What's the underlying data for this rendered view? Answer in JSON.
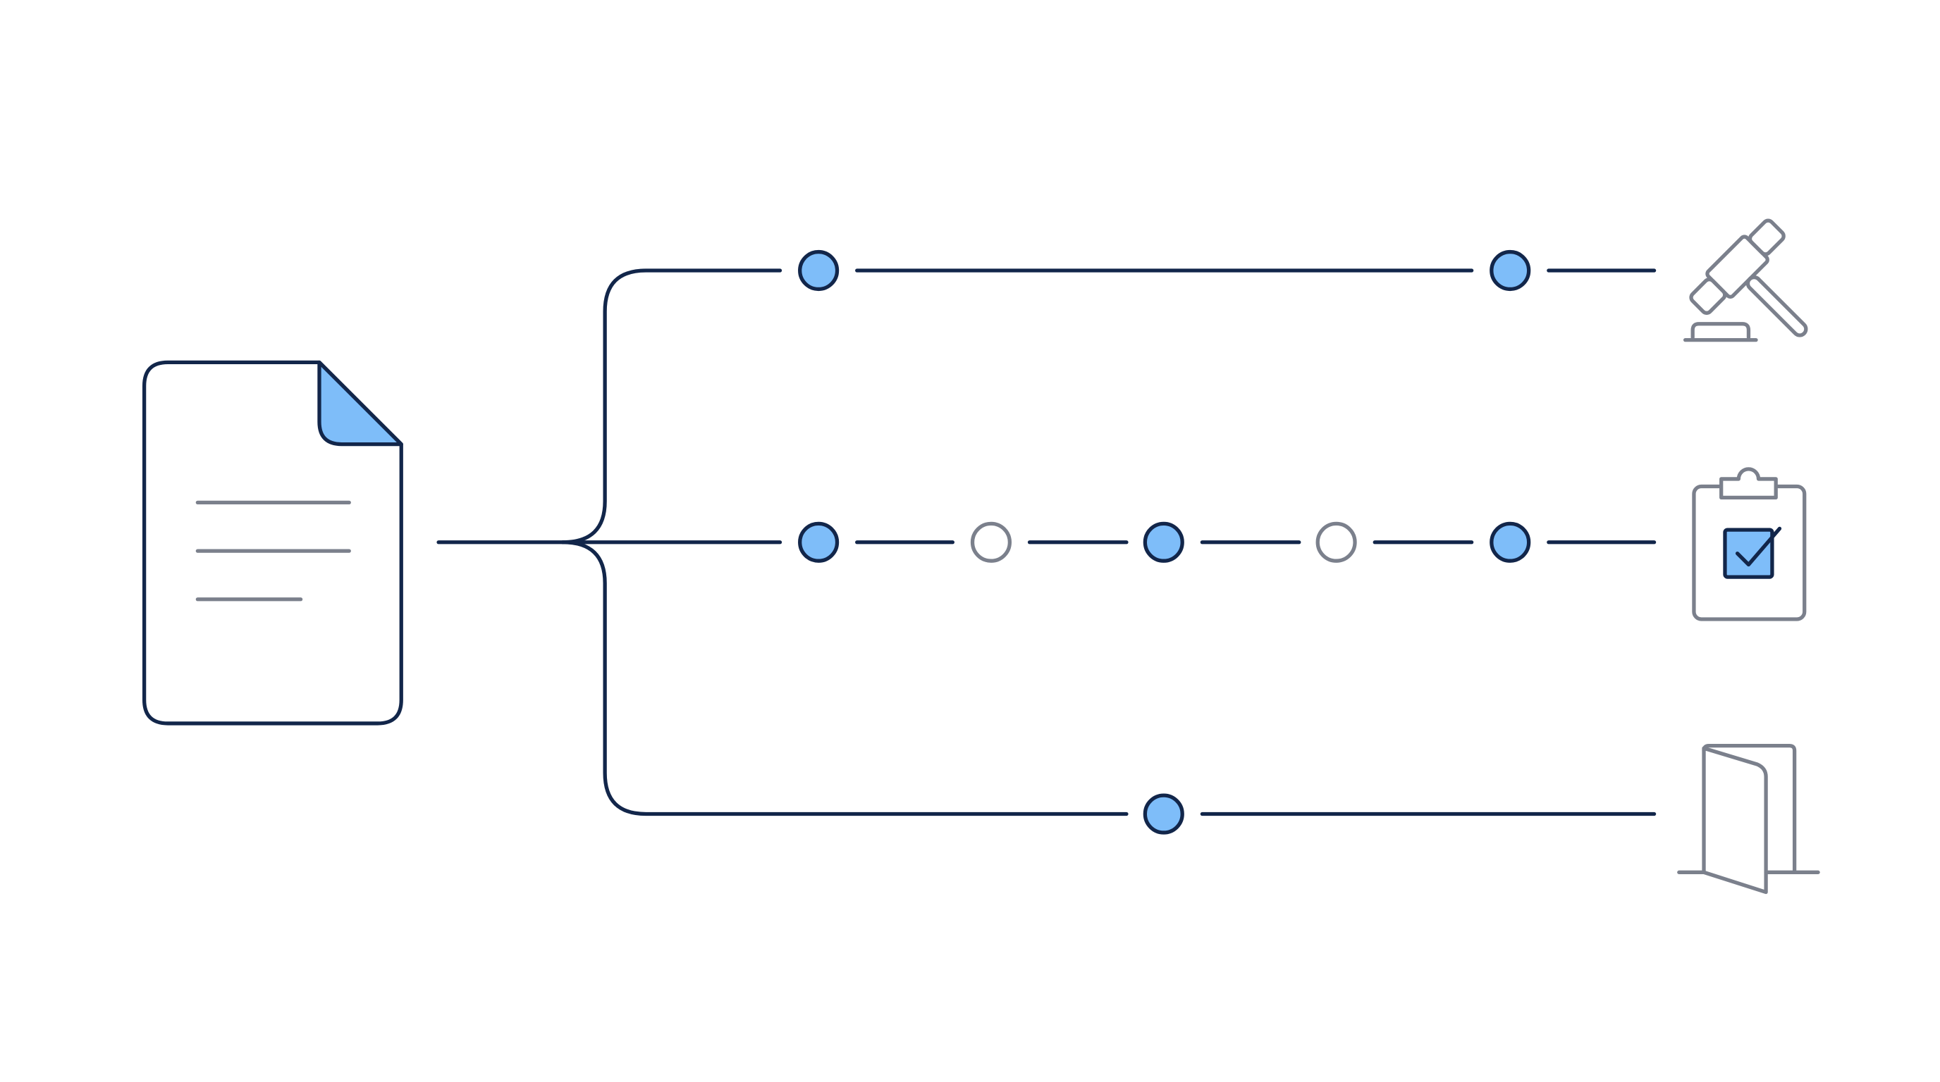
{
  "diagram": {
    "colors": {
      "background": "#ffffff",
      "line": "#12264a",
      "node_filled": "#7ebdf9",
      "node_hollow_stroke": "#7b808c",
      "icon_stroke": "#7b808c",
      "accent_fill": "#7ebdf9"
    },
    "source_document": {
      "icon": "document-icon",
      "text_lines": 3
    },
    "branches": [
      {
        "name": "top",
        "nodes": [
          "filled",
          "filled"
        ],
        "end_icon": "gavel-icon"
      },
      {
        "name": "middle",
        "nodes": [
          "filled",
          "hollow",
          "filled",
          "hollow",
          "filled"
        ],
        "end_icon": "clipboard-check-icon"
      },
      {
        "name": "bottom",
        "nodes": [
          "filled"
        ],
        "end_icon": "door-icon"
      }
    ]
  }
}
